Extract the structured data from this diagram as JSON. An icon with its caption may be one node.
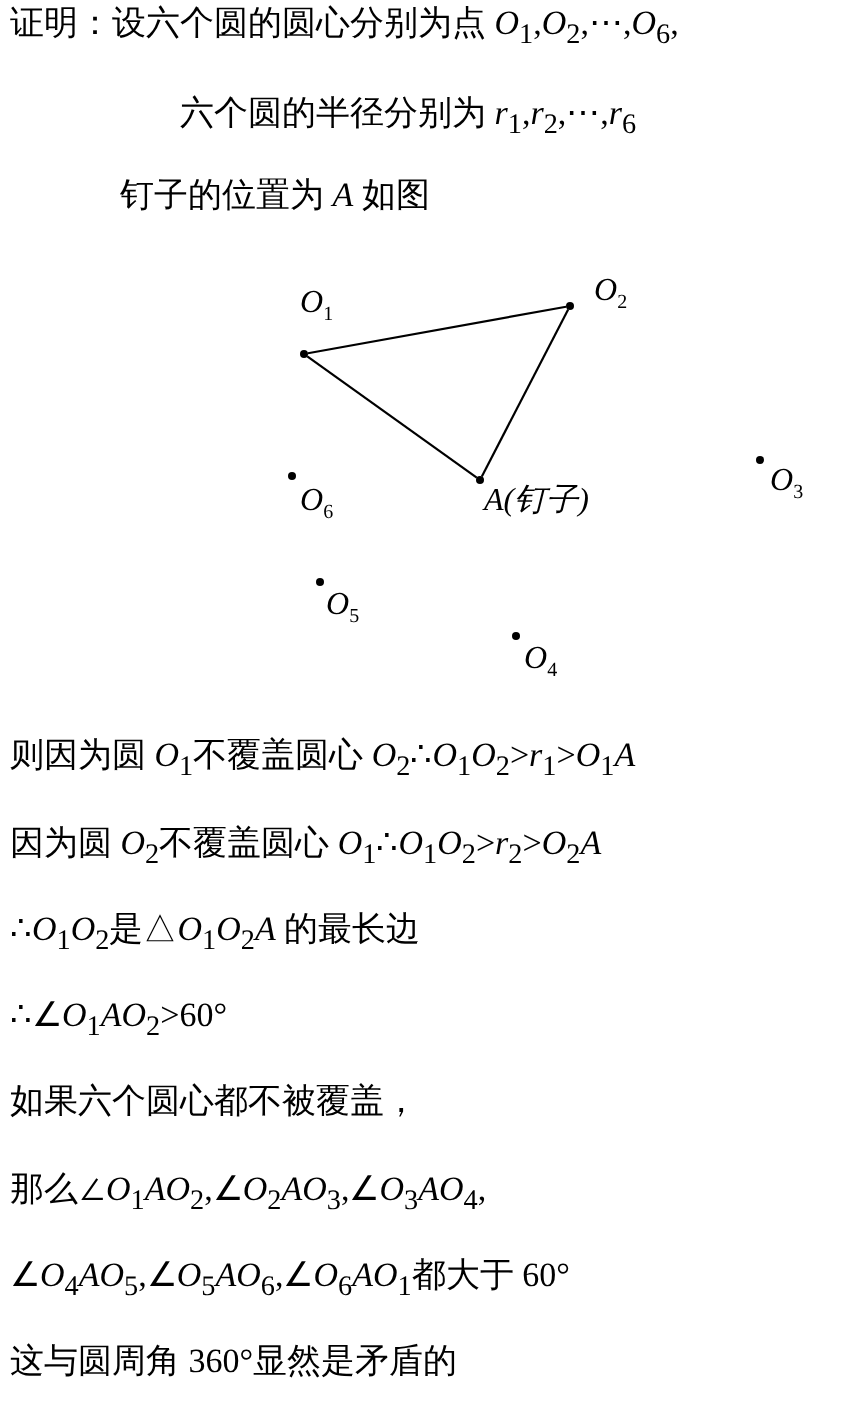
{
  "diagram": {
    "nodes": [
      {
        "text": [
          "O$_{1}$"
        ]
      },
      {
        "text": [
          "O$_{2}$"
        ]
      },
      {
        "text": [
          "O$_{6}$"
        ]
      },
      {
        "text": [
          "A(钉子)"
        ]
      },
      {
        "text": [
          "O$_{3}$"
        ]
      },
      {
        "text": [
          "O$_{5}$"
        ]
      },
      {
        "text": [
          "O$_{4}$"
        ]
      }
    ],
    "edges": [
      {
        "from": 0,
        "to": 1,
        "arrow": "none"
      },
      {
        "from": 0,
        "to": 3,
        "arrow": "none"
      },
      {
        "from": 1,
        "to": 3,
        "arrow": "none"
      }
    ],
    "labels": [
      "证明：设六个圆的圆心分别为点 *O*$_{1}$,*O*$_{2}$,⋯,*O*$_{6}$,",
      "六个圆的半径分别为 *r*$_{1}$,*r*$_{2}$,⋯,*r*$_{6}$",
      "钉子的位置为 *A* 如图",
      "则因为圆 *O*$_{1}$不覆盖圆心 *O*$_{2}$∴*O*$_{1}$*O*$_{2}$>*r*$_{1}$>*O*$_{1}$*A*",
      "因为圆 *O*$_{2}$不覆盖圆心 *O*$_{1}$∴*O*$_{1}$*O*$_{2}$>*r*$_{2}$>*O*$_{2}$*A*",
      "∴*O*$_{1}$*O*$_{2}$是△*O*$_{1}$*O*$_{2}$*A* 的最长边",
      "∴∠*O*$_{1}$*AO*$_{2}$>60°",
      "如果六个圆心都不被覆盖，",
      "那么∠*O*$_{1}$*AO*$_{2}$,∠*O*$_{2}$*AO*$_{3}$,∠*O*$_{3}$*AO*$_{4}$,",
      "∠*O*$_{4}$*AO*$_{5}$,∠*O*$_{5}$*AO*$_{6}$,∠*O*$_{6}$*AO*$_{1}$都大于 60°",
      "这与圆周角 360°显然是矛盾的"
    ]
  }
}
